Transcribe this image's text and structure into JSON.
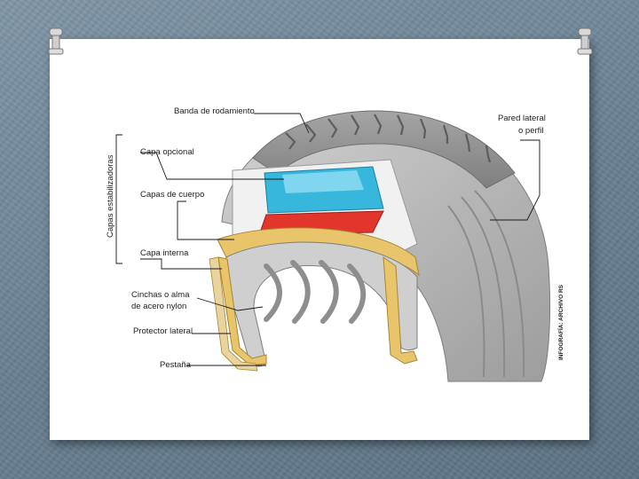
{
  "diagram": {
    "labels": {
      "tread": "Banda de rodamiento",
      "optional_layer": "Capa opcional",
      "body_layers": "Capas de cuerpo",
      "inner_layer": "Capa interna",
      "belts_line1": "Cinchas o alma",
      "belts_line2": "de acero nylon",
      "side_protector": "Protector lateral",
      "bead": "Pestaña",
      "sidewall_line1": "Pared lateral",
      "sidewall_line2": "o perfil",
      "stabilizer_group": "Capas estabilizadoras"
    },
    "credit": "INFOGRAFÍA: ARCHIVO RS"
  },
  "colors": {
    "background": "#6d8598",
    "tire_gray": "#b9b9b9",
    "tread_dark": "#8f8f8f",
    "layer_blue": "#38b7dc",
    "layer_red": "#e2362c",
    "layer_yellow": "#e8c46a"
  }
}
